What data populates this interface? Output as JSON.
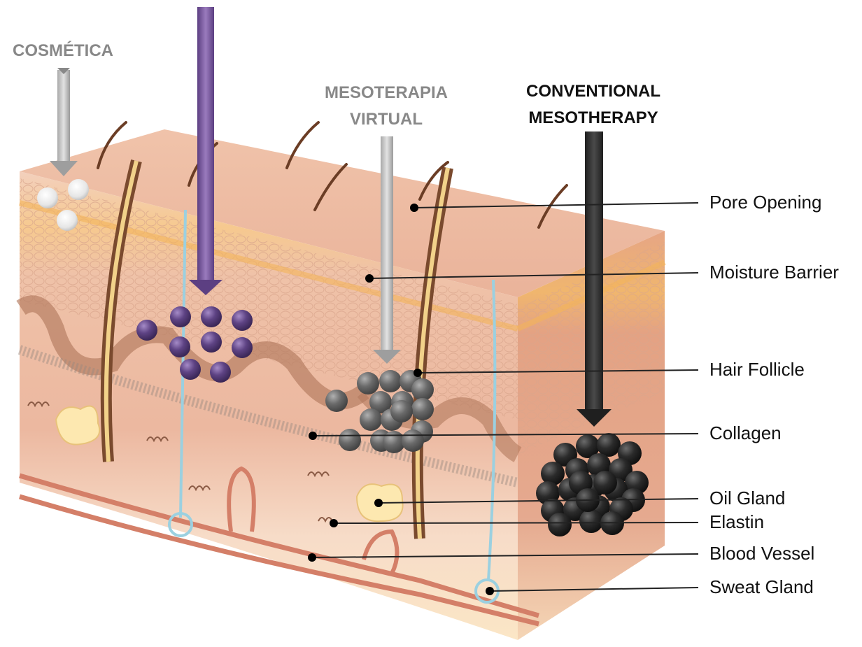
{
  "methods": {
    "cosmetica": "COSMÉTICA",
    "mesoterapia_virtual": [
      "MESOTERAPIA",
      "VIRTUAL"
    ],
    "conventional": [
      "CONVENTIONAL",
      "MESOTHERAPY"
    ]
  },
  "parts": [
    "Pore Opening",
    "Moisture Barrier",
    "Hair Follicle",
    "Collagen",
    "Oil Gland",
    "Elastin",
    "Blood Vessel",
    "Sweat Gland"
  ],
  "colors": {
    "cosmetica_label": "#888888",
    "virtual_label": "#888888",
    "conventional_label": "#111111",
    "purple_arrow": "#7a5a9e",
    "purple_particle": "#5a3f7a",
    "gray_particle": "#6e6e6e",
    "black_particle": "#2a2a2a",
    "skin_top": "#f2c4ac",
    "skin_side": "#e8a98a"
  }
}
